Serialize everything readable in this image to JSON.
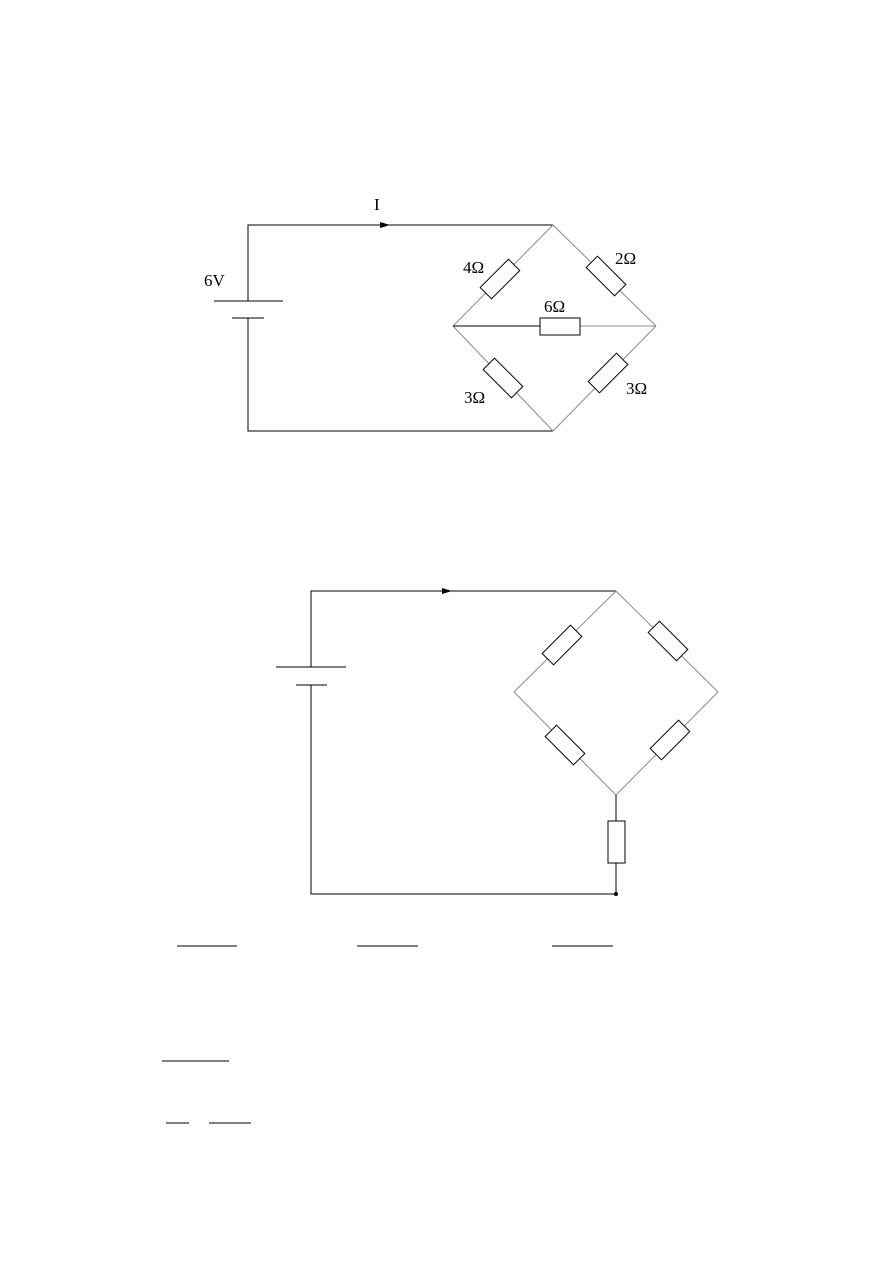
{
  "circuit1": {
    "current_label": "I",
    "source_label": "6V",
    "resistors": {
      "top_left": "4Ω",
      "top_right": "2Ω",
      "middle": "6Ω",
      "bottom_left": "3Ω",
      "bottom_right": "3Ω"
    }
  },
  "circuit2": {}
}
